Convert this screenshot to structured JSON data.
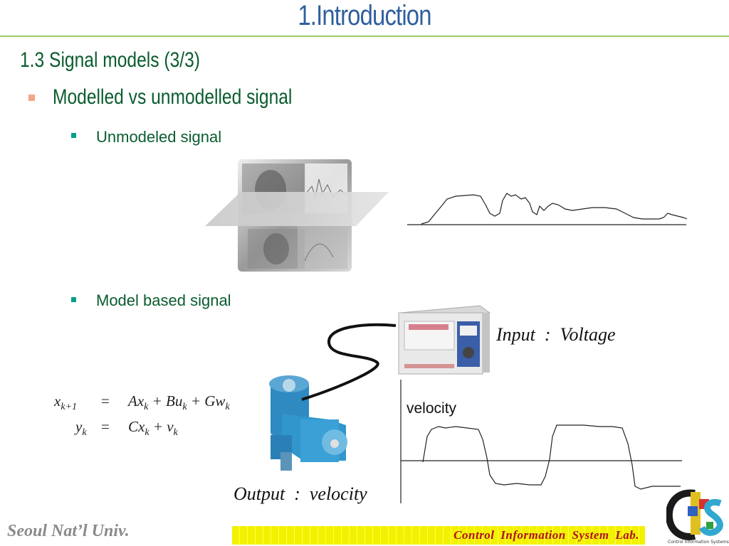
{
  "slide": {
    "title": "1.Introduction",
    "section_heading": "1.3 Signal models (3/3)",
    "bullet_level1": "Modelled vs unmodelled signal",
    "bullets_level2": [
      {
        "label": "Unmodeled signal"
      },
      {
        "label": "Model based signal"
      }
    ]
  },
  "figure": {
    "input_label": "Input  :  Voltage",
    "output_label": "Output  :  velocity",
    "velocity_axis_label": "velocity"
  },
  "equations": [
    {
      "lhs_var": "x",
      "lhs_sub": "k+1",
      "rhs": "Ax_k + Bu_k + Gw_k"
    },
    {
      "lhs_var": "y",
      "lhs_sub": "k",
      "rhs": "Cx_k + v_k"
    }
  ],
  "footer": {
    "university": "Seoul Nat’l Univ.",
    "lab": "Control  Information  System  Lab."
  },
  "colors": {
    "title": "#2f5f9e",
    "heading_green": "#0a5c2e",
    "rule_green": "#99cc66",
    "footer_band": "#f2f200",
    "footer_lab_text": "#b01020"
  }
}
